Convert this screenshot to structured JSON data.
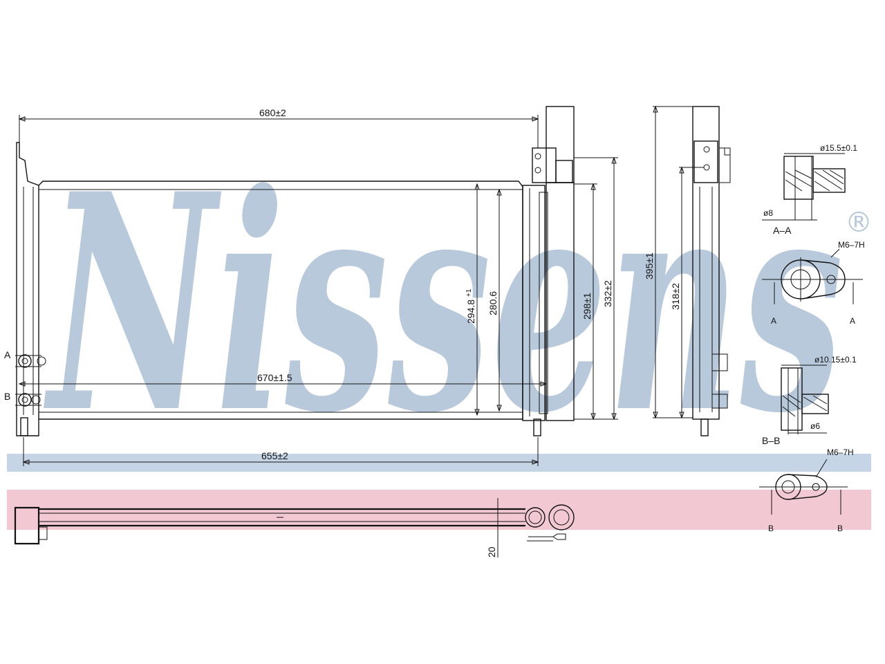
{
  "watermark": {
    "brand": "Nissens",
    "registered_mark": "®",
    "brand_color": "#b9c9dc",
    "band_blue": "#c6d5e6",
    "band_pink": "#f2c9d2"
  },
  "dimensions": {
    "overall_width": "680±2",
    "core_width": "670±1.5",
    "mount_width": "655±2",
    "core_height_a": "294.8",
    "core_height_a_tol": "+1",
    "core_height_b": "280.6",
    "side_height_a": "298±1",
    "side_height_b": "332±2",
    "total_height": "395±1",
    "side_height_c": "318±2",
    "depth": "20"
  },
  "details": {
    "section_a_label": "A–A",
    "section_b_label": "B–B",
    "port_a_diameter": "ø15.5±0.1",
    "port_a_inner": "ø8",
    "port_b_diameter": "ø10.15±0.1",
    "port_b_inner": "ø6",
    "thread_a": "M6–7H",
    "thread_b": "M6–7H",
    "marker_a": "A",
    "marker_b": "B"
  }
}
